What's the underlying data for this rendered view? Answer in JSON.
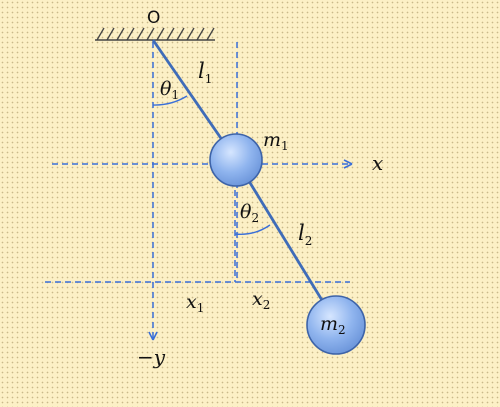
{
  "labels": {
    "origin": "O",
    "theta1": "θ",
    "theta1_sub": "1",
    "l1": "l",
    "l1_sub": "1",
    "m1": "m",
    "m1_sub": "1",
    "x_axis": "x",
    "theta2": "θ",
    "theta2_sub": "2",
    "l2": "l",
    "l2_sub": "2",
    "x1": "x",
    "x1_sub": "1",
    "x2": "x",
    "x2_sub": "2",
    "m2": "m",
    "m2_sub": "2",
    "y_axis": "−y"
  },
  "colors": {
    "background": "#fcf0c6",
    "axis": "#3a6fd8",
    "rod": "#3f6cb8",
    "bob_fill": "#8fb4ee",
    "bob_edge": "#3d63a8",
    "text": "#111111"
  }
}
